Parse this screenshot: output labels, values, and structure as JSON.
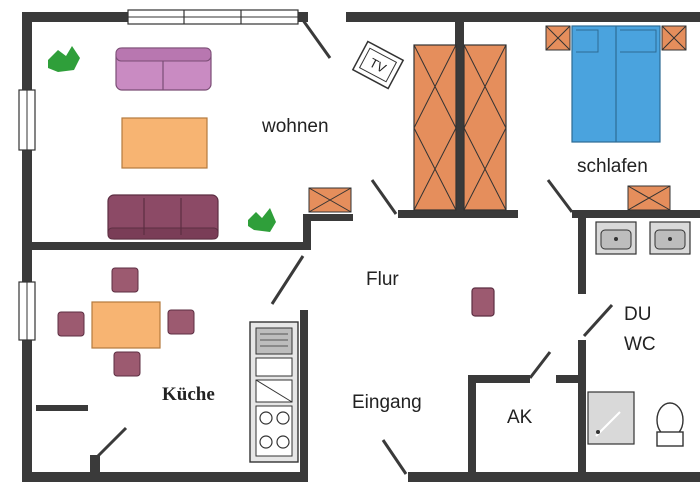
{
  "rooms": {
    "wohnen": "wohnen",
    "schlafen": "schlafen",
    "flur": "Flur",
    "kueche": "Küche",
    "eingang": "Eingang",
    "ak": "AK",
    "du": "DU",
    "wc": "WC"
  },
  "tv_label": "TV",
  "colors": {
    "wall": "#3a3a3a",
    "sofa": "#c98bc2",
    "couch": "#8c4a66",
    "table": "#f7b472",
    "wardrobe": "#e58e5c",
    "bed": "#4aa3de",
    "plant": "#2f9f3a",
    "chair": "#9c5a70",
    "appliance": "#bdbdbd"
  }
}
